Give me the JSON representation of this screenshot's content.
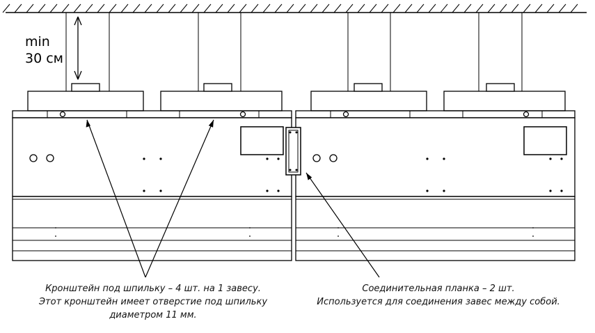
{
  "clearance": {
    "line1": "min",
    "line2": "30 см"
  },
  "captions": {
    "bracket": [
      "Кронштейн под шпильку – 4 шт. на 1 завесу.",
      "Этот кронштейн имеет отверстие под шпильку",
      "диаметром 11 мм."
    ],
    "plate": [
      "Соединительная планка – 2 шт.",
      "Используется для соединения завес между собой."
    ]
  }
}
